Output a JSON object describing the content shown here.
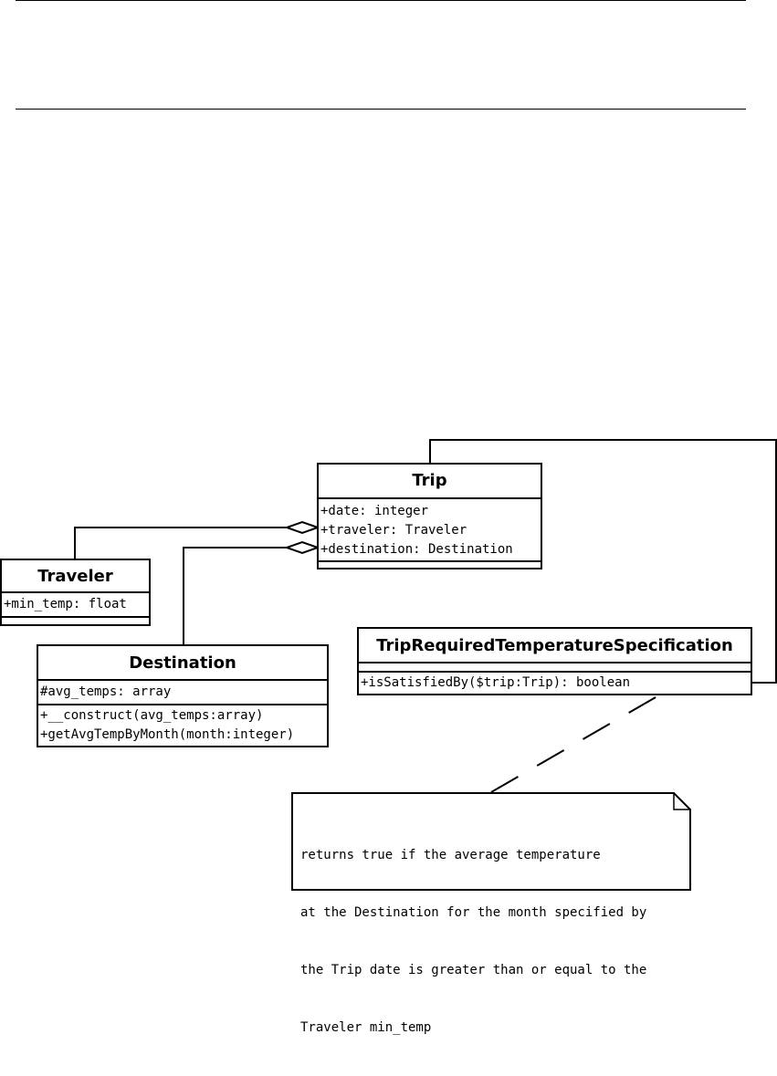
{
  "classes": {
    "trip": {
      "name": "Trip",
      "attributes": [
        "+date: integer",
        "+traveler: Traveler",
        "+destination: Destination"
      ],
      "operations": []
    },
    "traveler": {
      "name": "Traveler",
      "attributes": [
        "+min_temp: float"
      ],
      "operations": []
    },
    "destination": {
      "name": "Destination",
      "attributes": [
        "#avg_temps: array"
      ],
      "operations": [
        "+__construct(avg_temps:array)",
        "+getAvgTempByMonth(month:integer)"
      ]
    },
    "spec": {
      "name": "TripRequiredTemperatureSpecification",
      "attributes": [],
      "operations": [
        "+isSatisfiedBy($trip:Trip): boolean"
      ]
    }
  },
  "note": {
    "lines": [
      "returns true if the average temperature",
      "at the Destination for the month specified by",
      "the Trip date is greater than or equal to the",
      "Traveler min_temp"
    ]
  },
  "relations": [
    {
      "type": "aggregation",
      "whole": "Trip",
      "part": "Traveler"
    },
    {
      "type": "aggregation",
      "whole": "Trip",
      "part": "Destination"
    },
    {
      "type": "dependency",
      "from": "TripRequiredTemperatureSpecification",
      "to": "Trip"
    },
    {
      "type": "note-anchor",
      "from": "note",
      "to": "TripRequiredTemperatureSpecification"
    }
  ]
}
